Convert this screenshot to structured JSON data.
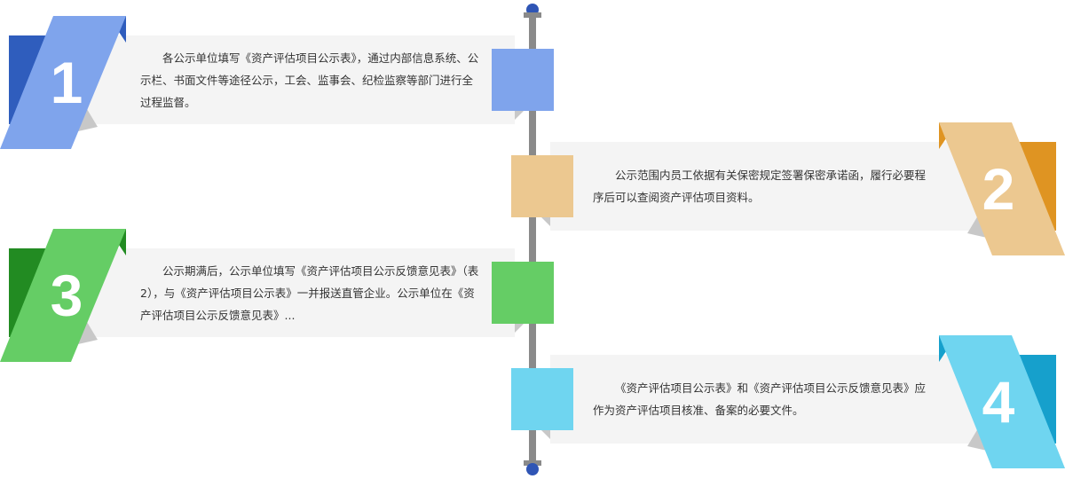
{
  "steps": [
    {
      "number": "1",
      "text": "各公示单位填写《资产评估项目公示表》，通过内部信息系统、公示栏、书面文件等途径公示，工会、监事会、纪检监察等部门进行全过程监督。",
      "light": "#7fa4ec",
      "dark": "#2f5dbd"
    },
    {
      "number": "2",
      "text": "公示范围内员工依据有关保密规定签署保密承诺函，履行必要程序后可以查阅资产评估项目资料。",
      "light": "#ecc890",
      "dark": "#df9422"
    },
    {
      "number": "3",
      "text": "公示期满后，公示单位填写《资产评估项目公示反馈意见表》（表2），与《资产评估项目公示表》一并报送直管企业。公示单位在《资产评估项目公示反馈意见表》...",
      "light": "#65cd65",
      "dark": "#228b22"
    },
    {
      "number": "4",
      "text": "《资产评估项目公示表》和《资产评估项目公示反馈意见表》应作为资产评估项目核准、备案的必要文件。",
      "light": "#6fd5f0",
      "dark": "#16a0cc"
    }
  ],
  "colors": {
    "timeline": "#8a8a8a",
    "knob": "#2f55b5",
    "card": "#f4f4f4",
    "shadow": "#c8c8c8"
  }
}
